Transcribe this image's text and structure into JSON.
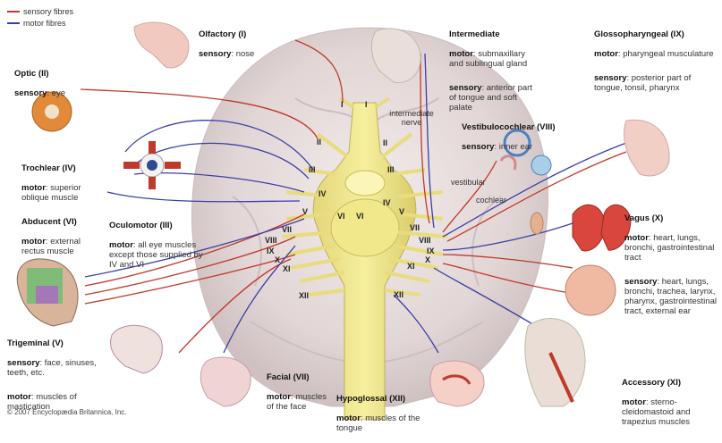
{
  "legend": {
    "sensory": {
      "label": "sensory fibres",
      "color": "#c0392b"
    },
    "motor": {
      "label": "motor fibres",
      "color": "#3a3fa6"
    }
  },
  "copyright": "© 2007 Encyclopædia Britannica, Inc.",
  "nerves": {
    "olfactory": {
      "title": "Olfactory (I)",
      "line1_key": "sensory",
      "line1": "nose"
    },
    "optic": {
      "title": "Optic (II)",
      "line1_key": "sensory",
      "line1": "eye"
    },
    "trochlear": {
      "title": "Trochlear (IV)",
      "line1_key": "motor",
      "line1": "superior oblique muscle"
    },
    "abducent": {
      "title": "Abducent (VI)",
      "line1_key": "motor",
      "line1": "external rectus muscle"
    },
    "oculomotor": {
      "title": "Oculomotor (III)",
      "line1_key": "motor",
      "line1": "all eye muscles except those supplied by IV and VI"
    },
    "trigeminal": {
      "title": "Trigeminal (V)",
      "line1_key": "sensory",
      "line1": "face, sinuses, teeth, etc.",
      "line2_key": "motor",
      "line2": "muscles of mastication"
    },
    "facial": {
      "title": "Facial (VII)",
      "line1_key": "motor",
      "line1": "muscles of the face"
    },
    "hypoglossal": {
      "title": "Hypoglossal (XII)",
      "line1_key": "motor",
      "line1": "muscles of the tongue"
    },
    "intermediate": {
      "title": "Intermediate",
      "line1_key": "motor",
      "line1": "submaxillary and sublingual gland",
      "line2_key": "sensory",
      "line2": "anterior part of tongue and soft palate"
    },
    "glossopharyngeal": {
      "title": "Glossopharyngeal (IX)",
      "line1_key": "motor",
      "line1": "pharyngeal musculature",
      "line2_key": "sensory",
      "line2": "posterior part of tongue, tonsil, pharynx"
    },
    "vestibulocochlear": {
      "title": "Vestibulocochlear (VIII)",
      "line1_key": "sensory",
      "line1": "inner ear"
    },
    "vagus": {
      "title": "Vagus (X)",
      "line1_key": "motor",
      "line1": "heart, lungs, bronchi, gastrointestinal tract",
      "line2_key": "sensory",
      "line2": "heart, lungs, bronchi, trachea, larynx, pharynx, gastrointestinal tract, external ear"
    },
    "accessory": {
      "title": "Accessory (XI)",
      "line1_key": "motor",
      "line1": "sterno-cleidomastoid and trapezius muscles"
    }
  },
  "inner_labels": {
    "intermediate_nerve": "intermediate nerve",
    "vestibular": "vestibular",
    "cochlear": "cochlear"
  },
  "romans": [
    "I",
    "I",
    "II",
    "II",
    "III",
    "III",
    "IV",
    "IV",
    "V",
    "V",
    "VI",
    "VI",
    "VII",
    "VII",
    "VIII",
    "VIII",
    "IX",
    "IX",
    "X",
    "X",
    "XI",
    "XI",
    "XII",
    "XII"
  ]
}
